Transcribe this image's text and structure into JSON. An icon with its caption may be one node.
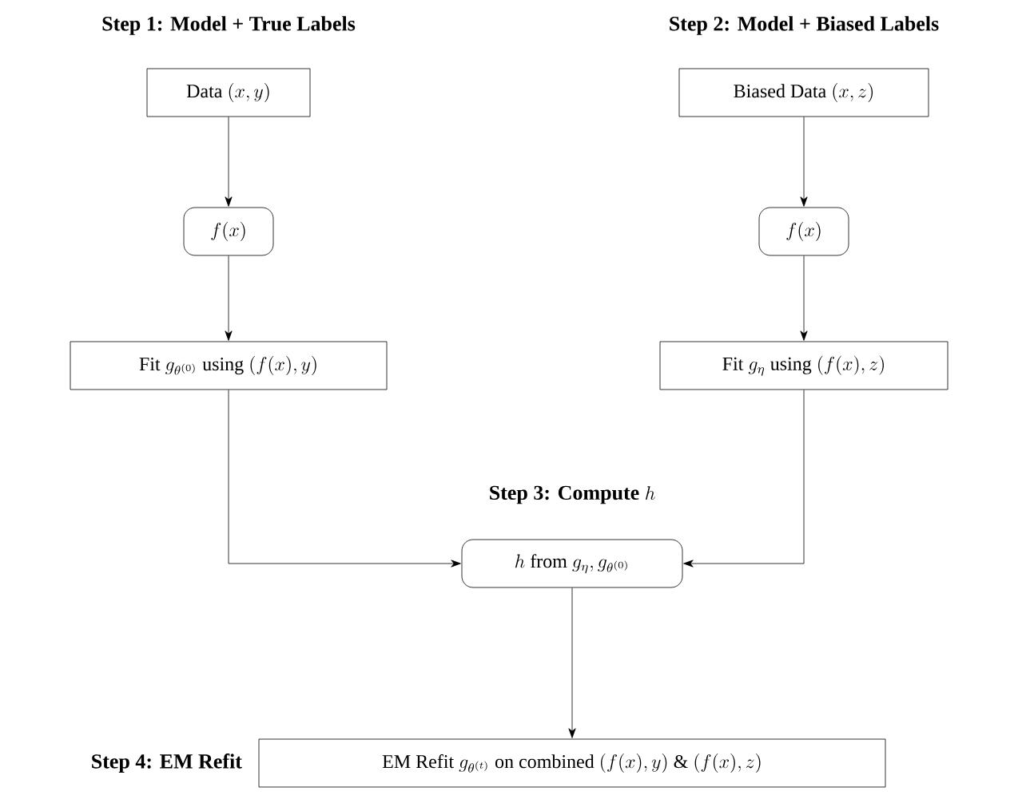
{
  "diagram": {
    "nodes": [
      {
        "text": [
          "\\text{Data } (x, y)"
        ]
      },
      {
        "text": [
          "f(x)"
        ]
      },
      {
        "text": [
          "\\text{Fit } g_{\\theta^{(0)}} \\text{ using } (f(x), y)"
        ]
      },
      {
        "text": [
          "\\text{Biased Data } (x, z)"
        ]
      },
      {
        "text": [
          "f(x)"
        ]
      },
      {
        "text": [
          "\\text{Fit } g_{\\eta} \\text{ using } (f(x), z)"
        ]
      },
      {
        "text": [
          "h \\text{ from } g_{\\eta}, g_{\\theta^{(0)}}"
        ],
        "beside": [
          "\\textbf{Step 3: Compute } h"
        ]
      },
      {
        "text": [
          "\\text{EM Refit } g_{\\theta^{(t)}} \\text{ on combined } (f(x), y) \\text{ \\& } (f(x), z)"
        ],
        "beside": [
          "Step 4: EM Refit"
        ]
      }
    ],
    "edges": [
      {
        "from": 0,
        "to": 1,
        "arrow": "to"
      },
      {
        "from": 1,
        "to": 2,
        "arrow": "to"
      },
      {
        "from": 2,
        "to": 6,
        "arrow": "to"
      },
      {
        "from": 3,
        "to": 4,
        "arrow": "to"
      },
      {
        "from": 4,
        "to": 5,
        "arrow": "to"
      },
      {
        "from": 5,
        "to": 6,
        "arrow": "to"
      },
      {
        "from": 6,
        "to": 7,
        "arrow": "to"
      }
    ],
    "labels": [
      "Step 1: Model + True Labels",
      "Step 2: Model + Biased Labels"
    ]
  }
}
